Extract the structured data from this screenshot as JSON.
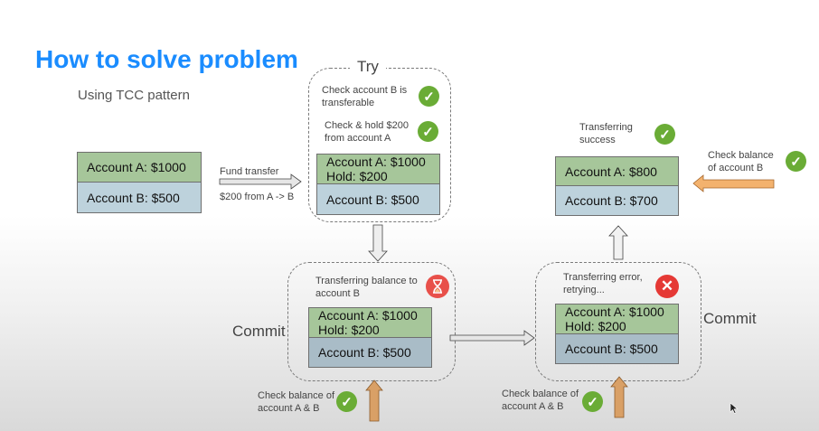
{
  "title": "How to solve problem",
  "subtitle": "Using TCC pattern",
  "initial": {
    "a": "Account A: $1000",
    "b": "Account B: $500"
  },
  "fund": {
    "line1": "Fund transfer",
    "line2": "$200 from A -> B"
  },
  "try": {
    "label": "Try",
    "note1": "Check account B is transferable",
    "note2": "Check & hold $200 from account A",
    "a": "Account A: $1000",
    "hold": "Hold: $200",
    "b": "Account B: $500"
  },
  "commit1": {
    "label": "Commit",
    "note": "Transferring balance to account B",
    "a": "Account A: $1000",
    "hold": "Hold: $200",
    "b": "Account B: $500",
    "check_note": "Check balance of account A & B"
  },
  "commit2": {
    "label": "Commit",
    "note": "Transferring error, retrying...",
    "a": "Account A: $1000",
    "hold": "Hold: $200",
    "b": "Account B: $500",
    "check_note": "Check balance of account A & B"
  },
  "success": {
    "note": "Transferring success",
    "a": "Account A: $800",
    "b": "Account B: $700",
    "check_note": "Check balance of account B"
  },
  "icons": {
    "check": "check-circle-icon",
    "error": "x-circle-icon",
    "pending": "hourglass-icon"
  },
  "colors": {
    "title": "#1a8cff",
    "account_a": "#a6c69a",
    "account_b": "#bdd2dc",
    "check": "#6aac36",
    "error": "#e53935",
    "orange_arrow": "#f3b26e"
  }
}
